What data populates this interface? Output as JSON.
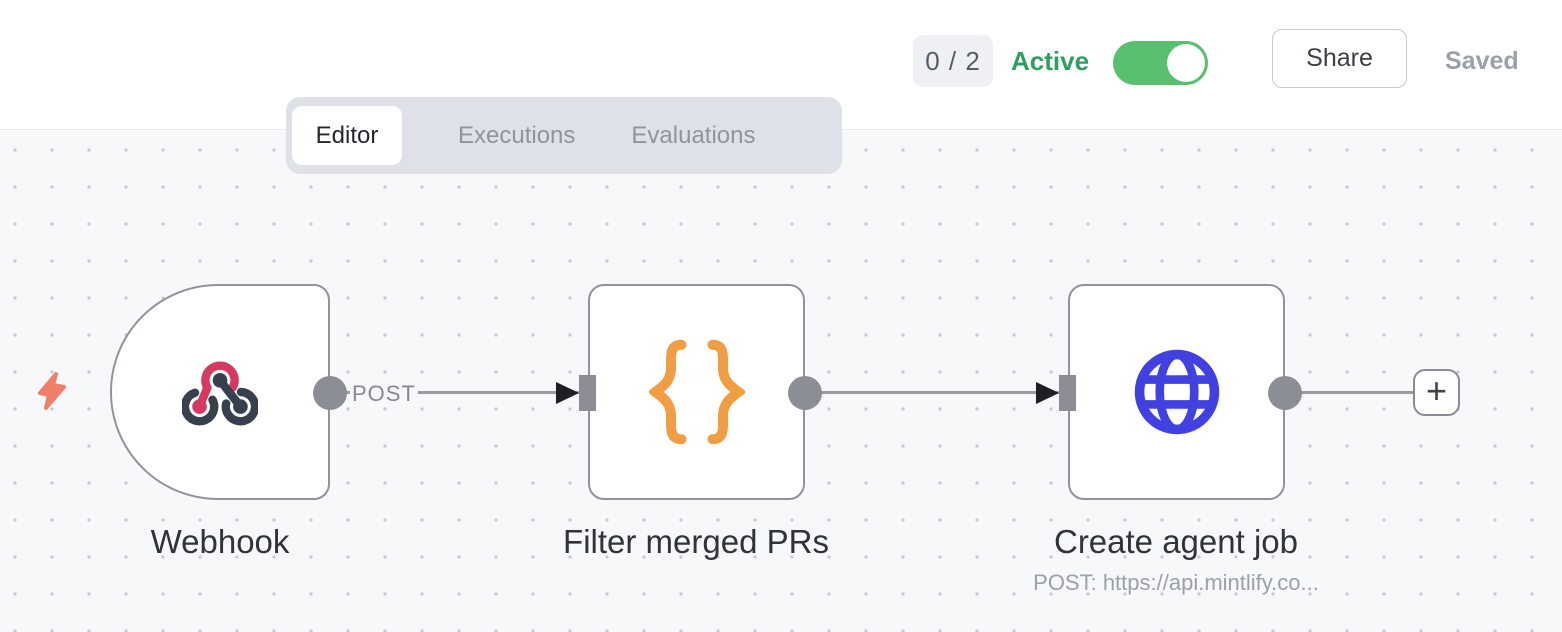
{
  "header": {
    "issues_badge": "0 / 2",
    "active_label": "Active",
    "active_state": "on",
    "share_label": "Share",
    "saved_label": "Saved"
  },
  "tabs": [
    {
      "label": "Editor",
      "active": true
    },
    {
      "label": "Executions",
      "active": false
    },
    {
      "label": "Evaluations",
      "active": false
    }
  ],
  "canvas": {
    "nodes": [
      {
        "label": "Webhook",
        "icon": "webhook-icon",
        "shape": "trigger"
      },
      {
        "label": "Filter merged PRs",
        "icon": "code-braces-icon",
        "shape": "square"
      },
      {
        "label": "Create agent job",
        "icon": "globe-icon",
        "shape": "square",
        "subtitle": "POST: https://api.mintlify.co..."
      }
    ],
    "connections": [
      {
        "from": "Webhook",
        "to": "Filter merged PRs",
        "label": "POST"
      },
      {
        "from": "Filter merged PRs",
        "to": "Create agent job",
        "label": ""
      }
    ],
    "add_button_label": "+"
  },
  "colors": {
    "active_green": "#2f9e5f",
    "toggle_green": "#58bf6e",
    "webhook_pink": "#d6395f",
    "webhook_dark": "#36414d",
    "braces_orange": "#f09d43",
    "globe_blue": "#4141e1",
    "bolt_coral": "#ee8069",
    "node_border": "#90949a",
    "wire_gray": "#989ba0"
  }
}
